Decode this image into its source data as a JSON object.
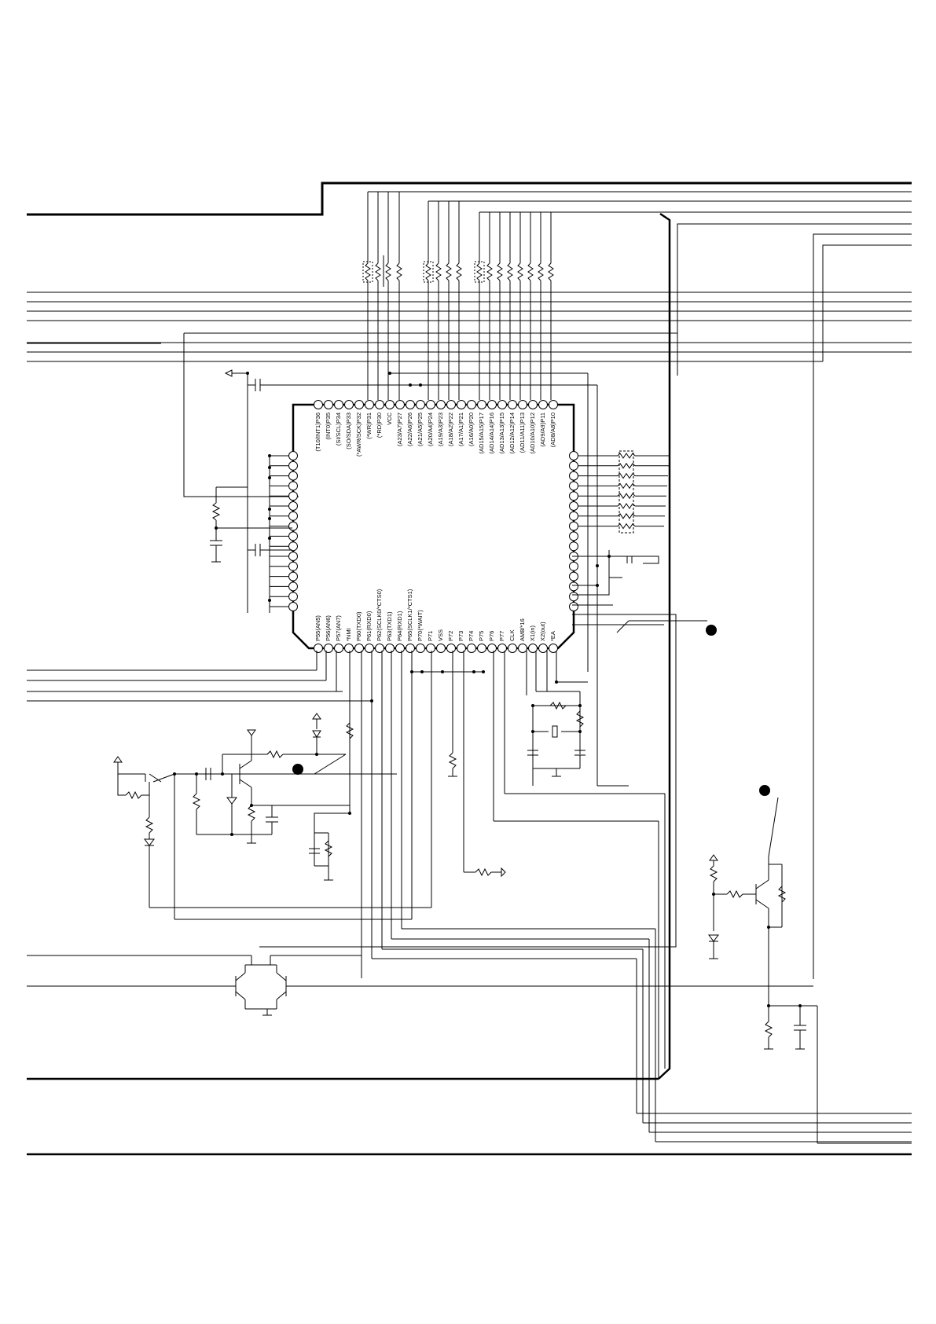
{
  "schematic": {
    "ic": {
      "top_pins": [
        "(T10/INT1)P36",
        "(INT0)P35",
        "(SI/SCL)P34",
        "(SO/SDA)P33",
        "(*AWR/SCK)P32",
        "(*WR)P31",
        "(*RD)P30",
        "VCC",
        "(A23/A7)P27",
        "(A22/A6)P26",
        "(A21/A5)P25",
        "(A20/A4)P24",
        "(A19/A3)P23",
        "(A18/A2)P22",
        "(A17/A1)P21",
        "(A16/A0)P20",
        "(AD15/A15)P17",
        "(AD14/A14)P16",
        "(AD13/A13)P15",
        "(AD12/A12)P14",
        "(AD11/A11)P13",
        "(AD10/A10)P12",
        "(AD9/A9)P11",
        "(AD8/A8)P10"
      ],
      "bottom_pins": [
        "P55(AN5)",
        "P56(AN6)",
        "P57(AN7)",
        "*NMI",
        "P60(TXD0)",
        "P61(RXD0)",
        "P62(SCLK0/*CTS0)",
        "P63(TXD1)",
        "P64(RXD1)",
        "P65(SCLK1/*CTS1)",
        "P70(*WAIT)",
        "P71",
        "VSS",
        "P72",
        "P73",
        "P74",
        "P75",
        "P76",
        "P77",
        "CLK",
        "AM8/*16",
        "X1(in)",
        "X2(out)",
        "*EA"
      ]
    }
  }
}
